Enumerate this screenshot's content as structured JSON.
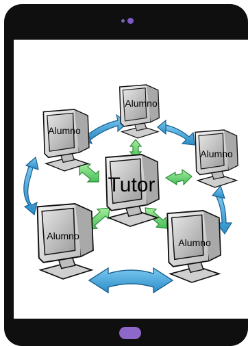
{
  "diagram": {
    "center_label": "Tutor",
    "nodes": [
      {
        "label": "Alumno"
      },
      {
        "label": "Alumno"
      },
      {
        "label": "Alumno"
      },
      {
        "label": "Alumno"
      },
      {
        "label": "Alumno"
      }
    ],
    "colors": {
      "outer_arrow": "#35a3dc",
      "inner_arrow": "#5fd26c",
      "tablet_frame": "#0f0f10",
      "accent": "#8e68c9"
    }
  }
}
